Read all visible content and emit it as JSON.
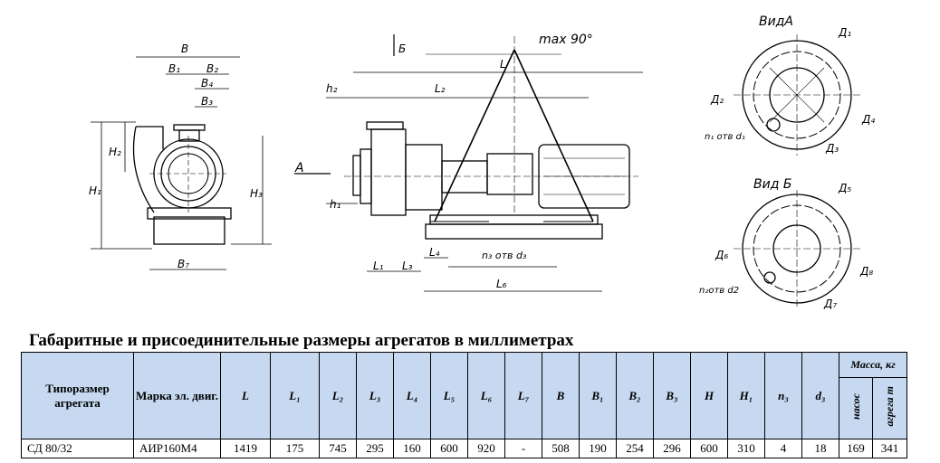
{
  "drawing": {
    "labels": {
      "B": "B",
      "B1": "B₁",
      "B2": "B₂",
      "B3": "B₃",
      "B4": "B₄",
      "B7": "B₇",
      "H1": "H₁",
      "H2": "H₂",
      "H3": "H₃",
      "h1": "h₁",
      "h2": "h₂",
      "A": "A",
      "B_arrow": "Б",
      "L": "L",
      "L1": "L₁",
      "L2": "L₂",
      "L3": "L₃",
      "L4": "L₄",
      "L6": "L₆",
      "max_angle": "max 90°",
      "n3": "n₃ отв d₃",
      "vidA": "ВидА",
      "vidB": "Вид Б",
      "D1": "Д₁",
      "D2": "Д₂",
      "D3": "Д₃",
      "D4": "Д₄",
      "D5": "Д₅",
      "D6": "Д₆",
      "D7": "Д₇",
      "D8": "Д₈",
      "n1": "n₁ отв d₁",
      "n2": "n₂отв d2"
    }
  },
  "title": "Габаритные и присоединительные размеры агрегатов в миллиметрах",
  "table": {
    "header": {
      "type": "Типоразмер агрегата",
      "motor": "Марка эл. двиг.",
      "cols": [
        "L",
        "L₁",
        "L₂",
        "L₃",
        "L₄",
        "L₅",
        "L₆",
        "L₇",
        "B",
        "B₁",
        "B₂",
        "B₃",
        "H",
        "H₁",
        "n₃",
        "d₃"
      ],
      "mass": "Масса, кг",
      "mass_pump": "насос",
      "mass_unit": "агрега т"
    },
    "row": {
      "type": "СД 80/32",
      "motor": "АИР160М4",
      "values": [
        "1419",
        "175",
        "745",
        "295",
        "160",
        "600",
        "920",
        "-",
        "508",
        "190",
        "254",
        "296",
        "600",
        "310",
        "4",
        "18"
      ],
      "mass_pump": "169",
      "mass_unit": "341"
    }
  }
}
